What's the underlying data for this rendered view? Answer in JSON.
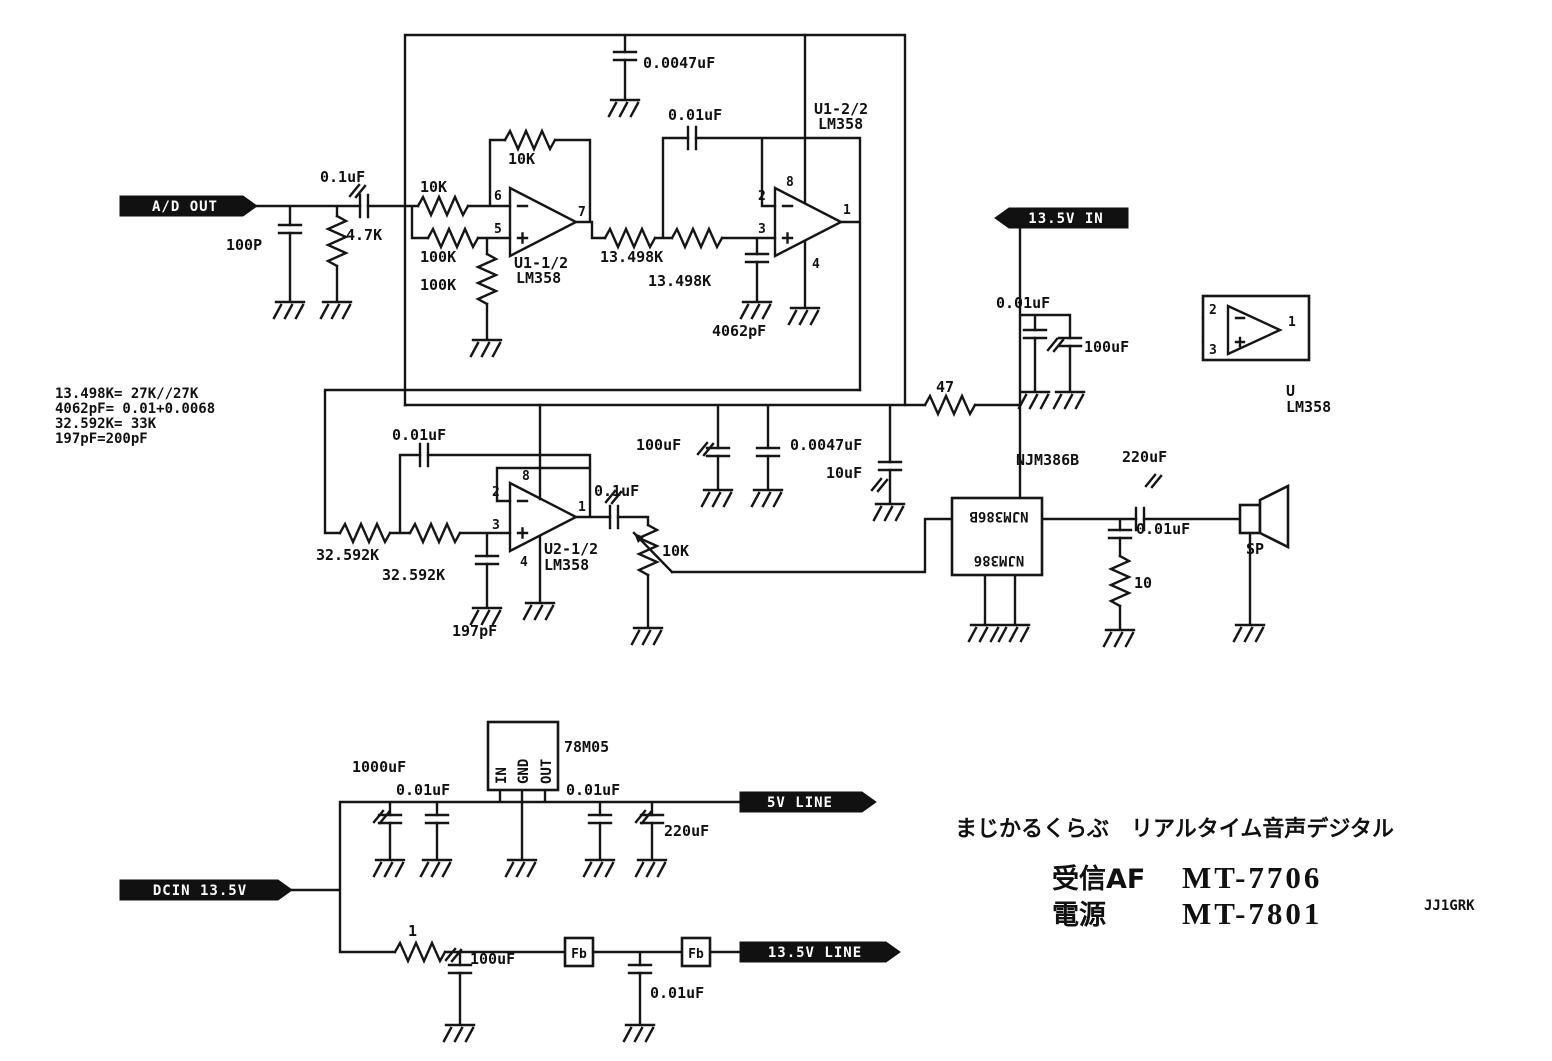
{
  "flags": {
    "ad_out": "A/D OUT",
    "v135_in": "13.5V IN",
    "dcin": "DCIN 13.5V",
    "line_5v": "5V LINE",
    "line_135v": "13.5V LINE"
  },
  "stage1": {
    "c_in": "0.1uF",
    "c_100p": "100P",
    "r_47k": "4.7K",
    "r_in": "10K",
    "r_fb": "10K",
    "r_g1": "100K",
    "r_g2": "100K",
    "u1a": "U1-1/2",
    "u1a_ic": "LM358",
    "pins_u1a": {
      "inv": "6",
      "non": "5",
      "out": "7"
    },
    "r_a": "13.498K",
    "r_b": "13.498K",
    "c_fb": "0.01uF",
    "c_rail": "0.0047uF",
    "c_g": "4062pF",
    "u1b": "U1-2/2",
    "u1b_ic": "LM358",
    "pins_u1b": {
      "inv": "2",
      "non": "3",
      "out": "1",
      "vcc": "8",
      "gnd": "4"
    }
  },
  "notes": [
    "13.498K= 27K//27K",
    "4062pF= 0.01+0.0068",
    "32.592K= 33K",
    "197pF=200pF"
  ],
  "power_top": {
    "r_47": "47",
    "c_001": "0.01uF",
    "c_100u": "100uF"
  },
  "spare": {
    "u": "U",
    "ic": "LM358",
    "pins": {
      "inv": "2",
      "non": "3",
      "out": "1"
    }
  },
  "stage2": {
    "r_a": "32.592K",
    "r_b": "32.592K",
    "c_fb": "0.01uF",
    "c_g": "197pF",
    "c_100u": "100uF",
    "c_0047": "0.0047uF",
    "c_10u": "10uF",
    "c_out": "0.1uF",
    "u2": "U2-1/2",
    "u2_ic": "LM358",
    "pins": {
      "inv": "2",
      "non": "3",
      "out": "1",
      "vcc": "8",
      "gnd": "4"
    },
    "pot": "10K"
  },
  "amp": {
    "ic": "NJM386B",
    "ic_inner_top": "NJM386B",
    "ic_inner_bottom": "NJM386",
    "c_out": "220uF",
    "c_zobel": "0.01uF",
    "r_zobel": "10",
    "sp": "SP"
  },
  "psu": {
    "c_1000u": "1000uF",
    "reg": "78M05",
    "reg_pins": {
      "in": "IN",
      "gnd": "GND",
      "out": "OUT"
    },
    "c_in": "0.01uF",
    "c_out": "0.01uF",
    "c_220u": "220uF",
    "r_1": "1",
    "c_100u": "100uF",
    "fb1": "Fb",
    "fb2": "Fb",
    "c_line": "0.01uF"
  },
  "footer": {
    "club_line": "まじかるくらぶ　リアルタイム音声デジタル",
    "rx_label": "受信AF",
    "rx_model": "MT-7706",
    "pw_label": "電源",
    "pw_model": "MT-7801",
    "callsign": "JJ1GRK"
  }
}
